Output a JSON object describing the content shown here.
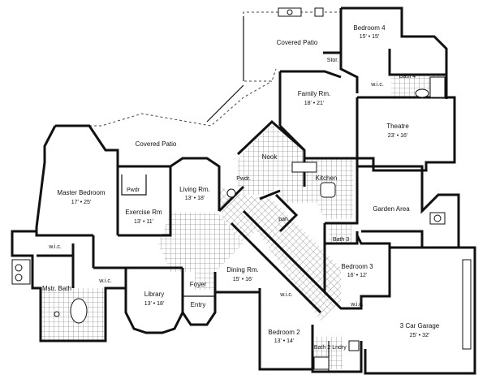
{
  "rooms": {
    "covered_patio_top": {
      "name": "Covered Patio"
    },
    "bedroom4": {
      "name": "Bedroom 4",
      "dims": "15' • 15'"
    },
    "stor": {
      "name": "Stor."
    },
    "family": {
      "name": "Family Rm.",
      "dims": "18' • 21'"
    },
    "bath4": {
      "name": "Bath 4"
    },
    "wic4": {
      "name": "w.i.c."
    },
    "theatre": {
      "name": "Theatre",
      "dims": "23' • 16'"
    },
    "covered_patio_left": {
      "name": "Covered Patio"
    },
    "nook": {
      "name": "Nook"
    },
    "pwdr_kitchen": {
      "name": "Pwdr."
    },
    "kitchen": {
      "name": "Kitchen"
    },
    "master_bedroom": {
      "name": "Master Bedroom",
      "dims": "17' • 25'"
    },
    "pwdr_exercise": {
      "name": "Pwdr"
    },
    "exercise": {
      "name": "Exercise Rm",
      "dims": "13' • 11'"
    },
    "living": {
      "name": "Living Rm.",
      "dims": "13' • 18'"
    },
    "pan": {
      "name": "pan."
    },
    "garden": {
      "name": "Garden Area"
    },
    "bath3": {
      "name": "Bath 3"
    },
    "wic_master": {
      "name": "w.i.c."
    },
    "wic_master2": {
      "name": "w.i.c."
    },
    "mstr_bath": {
      "name": "Mstr. Bath"
    },
    "library": {
      "name": "Library",
      "dims": "13' • 18'"
    },
    "foyer": {
      "name": "Foyer"
    },
    "entry": {
      "name": "Entry"
    },
    "dining": {
      "name": "Dining Rm.",
      "dims": "15' • 16'"
    },
    "bedroom3": {
      "name": "Bedroom 3",
      "dims": "16' • 12'"
    },
    "wic3": {
      "name": "w.i.c."
    },
    "wic2": {
      "name": "w.i.c."
    },
    "bedroom2": {
      "name": "Bedroom 2",
      "dims": "13' • 14'"
    },
    "bath2": {
      "name": "Bath 2"
    },
    "lndry": {
      "name": "Lndry"
    },
    "garage": {
      "name": "3 Car Garage",
      "dims": "25' • 32'"
    }
  }
}
